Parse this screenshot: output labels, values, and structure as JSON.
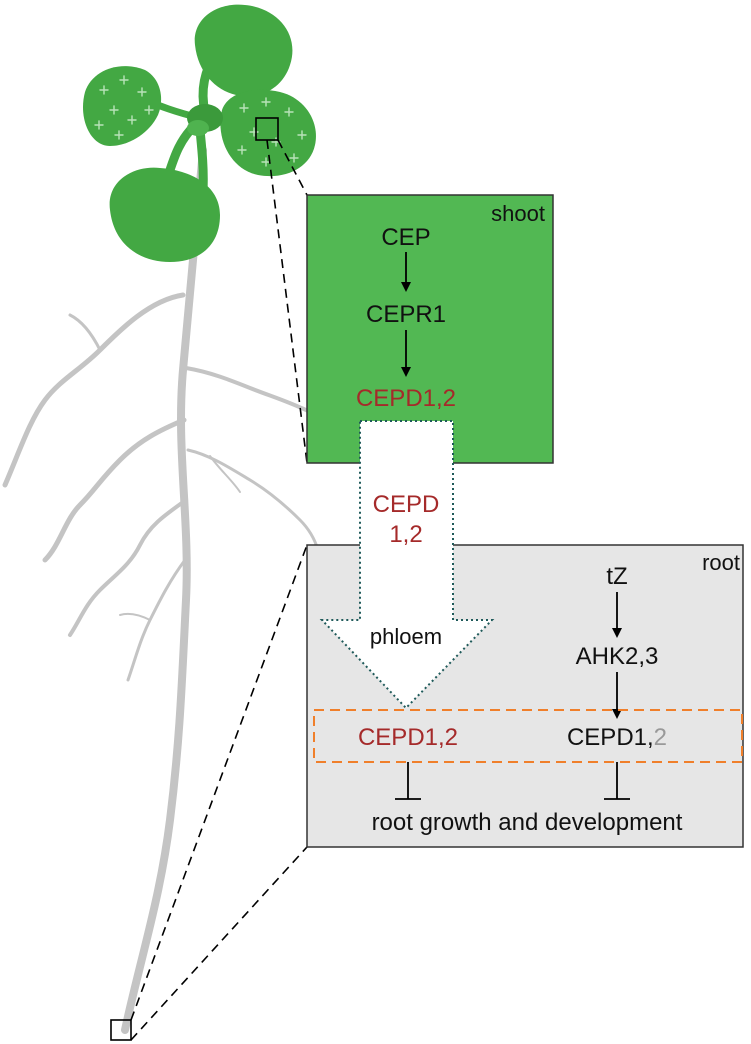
{
  "shoot_box": {
    "title": "shoot",
    "pathway": [
      "CEP",
      "CEPR1",
      "CEPD1,2"
    ]
  },
  "transport": {
    "label_line1": "CEPD",
    "label_line2": "1,2",
    "route": "phloem"
  },
  "root_box": {
    "title": "root",
    "pathway": [
      "tZ",
      "AHK2,3"
    ],
    "shoot_cepd": "CEPD1,2",
    "root_cepd_main": "CEPD1,",
    "root_cepd_faded": "2",
    "outcome": "root growth and development"
  },
  "colors": {
    "shoot_fill": "#52b853",
    "root_fill": "#e6e6e6",
    "cepd_red": "#a52a2a",
    "faded_gray": "#999999",
    "dash_orange": "#f07f2a",
    "phloem_dot": "#1f5a5a",
    "plant_green": "#43a843",
    "root_gray": "#c4c4c4"
  }
}
